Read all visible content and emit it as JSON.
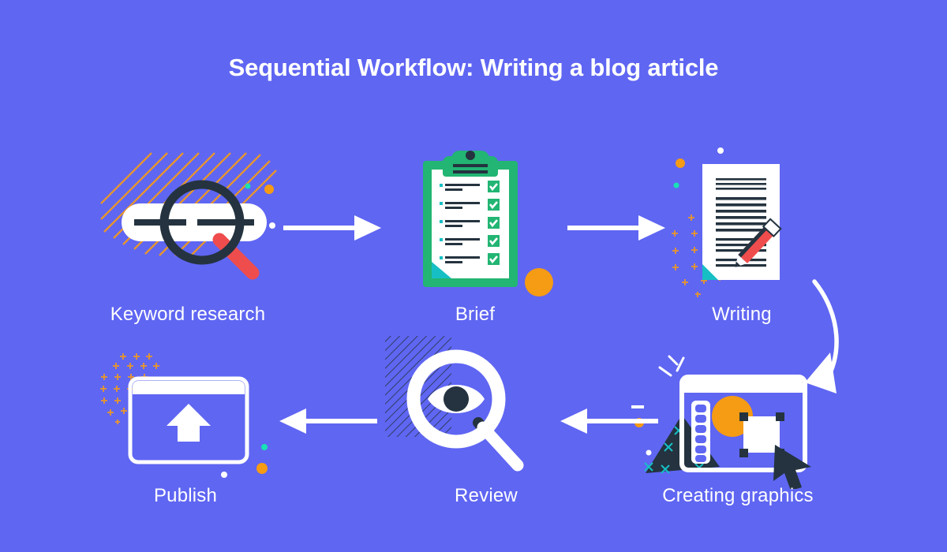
{
  "page": {
    "title": "Sequential Workflow: Writing a blog article",
    "background_color": "#5f66f2",
    "text_color": "#ffffff"
  },
  "palette": {
    "background": "#5f66f2",
    "white": "#ffffff",
    "dark_navy": "#24333f",
    "green": "#22b573",
    "teal": "#16bfc4",
    "orange": "#f59b14",
    "coral_red": "#ef4d4d",
    "hatch_orange": "#e8962c"
  },
  "steps": [
    {
      "id": "keyword-research",
      "order": 1,
      "label": "Keyword research",
      "icon": "magnifier-search-bar-icon"
    },
    {
      "id": "brief",
      "order": 2,
      "label": "Brief",
      "icon": "clipboard-checklist-icon",
      "checklist_rows": 5
    },
    {
      "id": "writing",
      "order": 3,
      "label": "Writing",
      "icon": "document-pencil-icon"
    },
    {
      "id": "creating-graphics",
      "order": 4,
      "label": "Creating graphics",
      "icon": "design-window-cursor-icon"
    },
    {
      "id": "review",
      "order": 5,
      "label": "Review",
      "icon": "magnifier-eye-icon"
    },
    {
      "id": "publish",
      "order": 6,
      "label": "Publish",
      "icon": "browser-upload-arrow-icon"
    }
  ],
  "connectors": [
    {
      "id": "arrow-1",
      "from": "keyword-research",
      "to": "brief",
      "direction": "right",
      "shape": "straight"
    },
    {
      "id": "arrow-2",
      "from": "brief",
      "to": "writing",
      "direction": "right",
      "shape": "straight"
    },
    {
      "id": "arrow-3",
      "from": "writing",
      "to": "creating-graphics",
      "direction": "down",
      "shape": "curved"
    },
    {
      "id": "arrow-4",
      "from": "creating-graphics",
      "to": "review",
      "direction": "left",
      "shape": "straight"
    },
    {
      "id": "arrow-5",
      "from": "review",
      "to": "publish",
      "direction": "left",
      "shape": "straight"
    }
  ]
}
